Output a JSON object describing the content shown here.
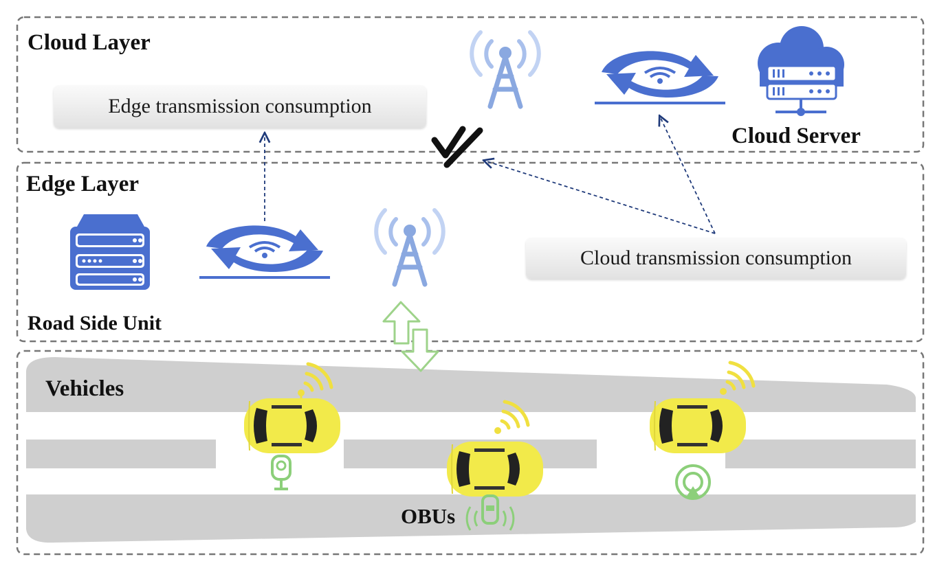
{
  "layers": {
    "cloud": {
      "title": "Cloud Layer",
      "server_label": "Cloud Server"
    },
    "edge": {
      "title": "Edge Layer",
      "rsu_label": "Road Side Unit"
    },
    "vehicles": {
      "title": "Vehicles",
      "obu_label": "OBUs"
    }
  },
  "consumption": {
    "edge": "Edge transmission consumption",
    "cloud": "Cloud transmission consumption"
  },
  "colors": {
    "icon_blue": "#4a6fcf",
    "tower_blue": "#8aa8e0",
    "road_gray": "#cfcfcf",
    "car_yellow": "#f2ea4a",
    "signal_yellow": "#f0e040",
    "obu_green": "#8ccf7a",
    "arrow_navy": "#1f3a7a"
  }
}
